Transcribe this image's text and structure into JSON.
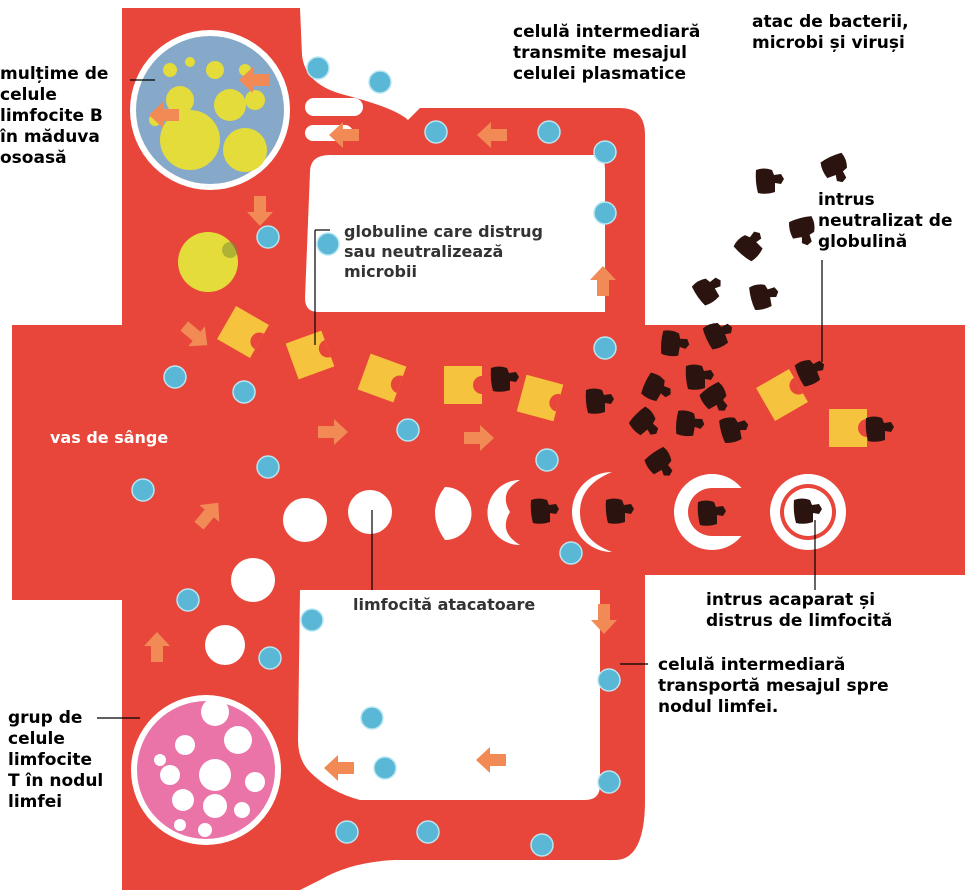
{
  "colors": {
    "vessel": "#e8463a",
    "arrow": "#f28a55",
    "cell_blue": "#5ab8d6",
    "cell_yellow_bg": "#e4dc3a",
    "bone_marrow": "#86a9c9",
    "lymph_node": "#ea74a8",
    "globulin": "#f6c33f",
    "intruder": "#2b1410",
    "lymphocyte": "#ffffff"
  },
  "labels": {
    "b_cells": "mulțime de\ncelule\nlimfocite B\nîn măduva\nosoasă",
    "messenger_top": "celulă intermediară\ntransmite mesajul\ncelulei plasmatice",
    "attack": "atac de bacterii,\nmicrobi și viruși",
    "intruder_neutralized": "intrus\nneutralizat de\nglobulină",
    "globulins": "globuline care distrug\nsau neutralizează\nmicrobii",
    "blood_vessel": "vas de sânge",
    "attacking_lymphocyte": "limfocită atacatoare",
    "intruder_destroyed": "intrus acaparat și\ndistrus de limfocită",
    "messenger_bottom": "celulă intermediară\ntransportă mesajul spre\nnodul limfei.",
    "t_cells": "grup de\ncelule\nlimfocite\nT în nodul\nlimfei"
  },
  "icons": {
    "globulin": "globulin-notch-shape",
    "intruder": "microbe-blob",
    "lymphocyte": "white-cell",
    "messenger": "blue-cell",
    "arrow": "flow-arrow"
  }
}
